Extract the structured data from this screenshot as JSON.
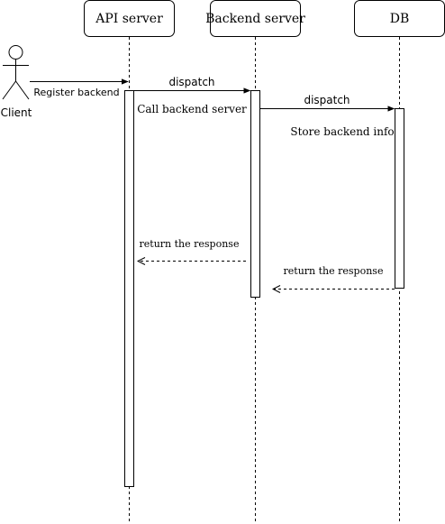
{
  "diagram": {
    "actor": {
      "label": "Client"
    },
    "participants": [
      {
        "id": "api",
        "label": "API server"
      },
      {
        "id": "backend",
        "label": "Backend server"
      },
      {
        "id": "db",
        "label": "DB"
      }
    ],
    "messages": [
      {
        "id": "register",
        "from": "client",
        "to": "api",
        "label": "Register backend",
        "style": "solid"
      },
      {
        "id": "dispatch-1",
        "from": "api",
        "to": "backend",
        "label": "dispatch",
        "style": "solid"
      },
      {
        "id": "dispatch-2",
        "from": "backend",
        "to": "db",
        "label": "dispatch",
        "style": "solid"
      },
      {
        "id": "return-backend",
        "from": "backend",
        "to": "api",
        "label": "return the response",
        "style": "dashed"
      },
      {
        "id": "return-db",
        "from": "db",
        "to": "backend",
        "label": "return the response",
        "style": "dashed"
      }
    ],
    "notes": [
      {
        "id": "call-backend",
        "label": "Call backend server"
      },
      {
        "id": "store-info",
        "label": "Store backend info"
      }
    ]
  }
}
